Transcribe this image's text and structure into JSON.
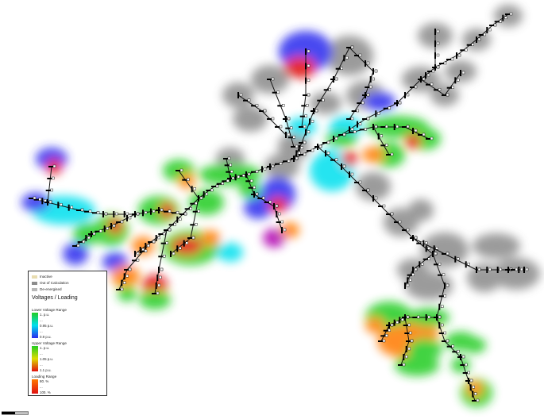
{
  "legend": {
    "states": [
      {
        "label": "Inactive",
        "color": "#e8dcb0"
      },
      {
        "label": "Out of Calculation",
        "color": "#8c8c8c"
      },
      {
        "label": "De-energised",
        "color": "#b8b8b8"
      }
    ],
    "title": "Voltages / Loading",
    "lower": {
      "title": "Lower Voltage Range",
      "ticks": [
        "1. p.u.",
        "...",
        "0.95 p.u.",
        "...",
        "0.9 p.u."
      ]
    },
    "upper": {
      "title": "Upper Voltage Range",
      "ticks": [
        "1. p.u.",
        "...",
        "1.05 p.u.",
        "...",
        "1.1 p.u."
      ]
    },
    "loading": {
      "title": "Loading Range",
      "ticks": [
        "80. %",
        "...",
        "100. %"
      ]
    }
  },
  "colors": {
    "grey_halo": "#8a8a8a",
    "green": "#22cc22",
    "cyan": "#00e0ee",
    "blue": "#2a2aee",
    "red": "#e01010",
    "orange": "#ff7a00",
    "magenta": "#b000b0",
    "line": "#111111"
  }
}
